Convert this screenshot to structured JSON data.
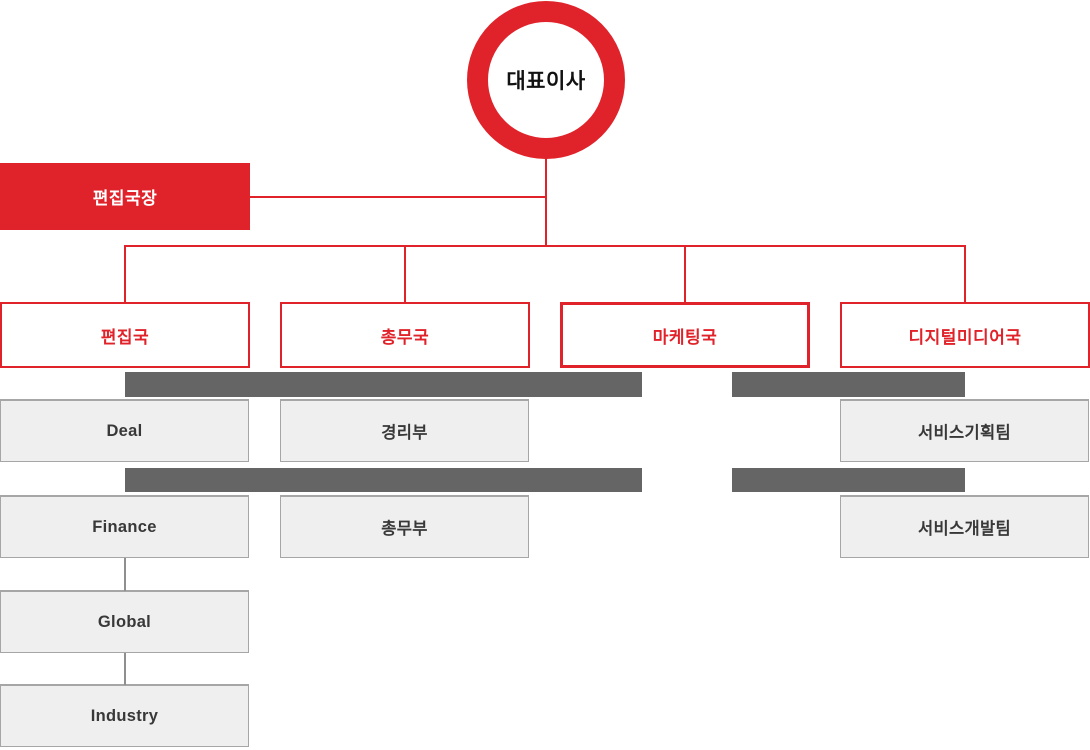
{
  "org_chart": {
    "ceo_label": "대표이사",
    "editor_in_chief_label": "편집국장",
    "departments": [
      {
        "label": "편집국",
        "teams": [
          "Deal",
          "Finance",
          "Global",
          "Industry"
        ]
      },
      {
        "label": "총무국",
        "teams": [
          "경리부",
          "총무부"
        ]
      },
      {
        "label": "마케팅국",
        "teams": []
      },
      {
        "label": "디지털미디어국",
        "teams": [
          "서비스기획팀",
          "서비스개발팀"
        ]
      }
    ]
  },
  "colors": {
    "accent_red": "#e0232a",
    "stripe_gray": "#656565",
    "team_box_bg": "#efefef",
    "team_box_border": "#a6a6a6",
    "team_text": "#383838",
    "connector_gray": "#8f8f8f"
  }
}
